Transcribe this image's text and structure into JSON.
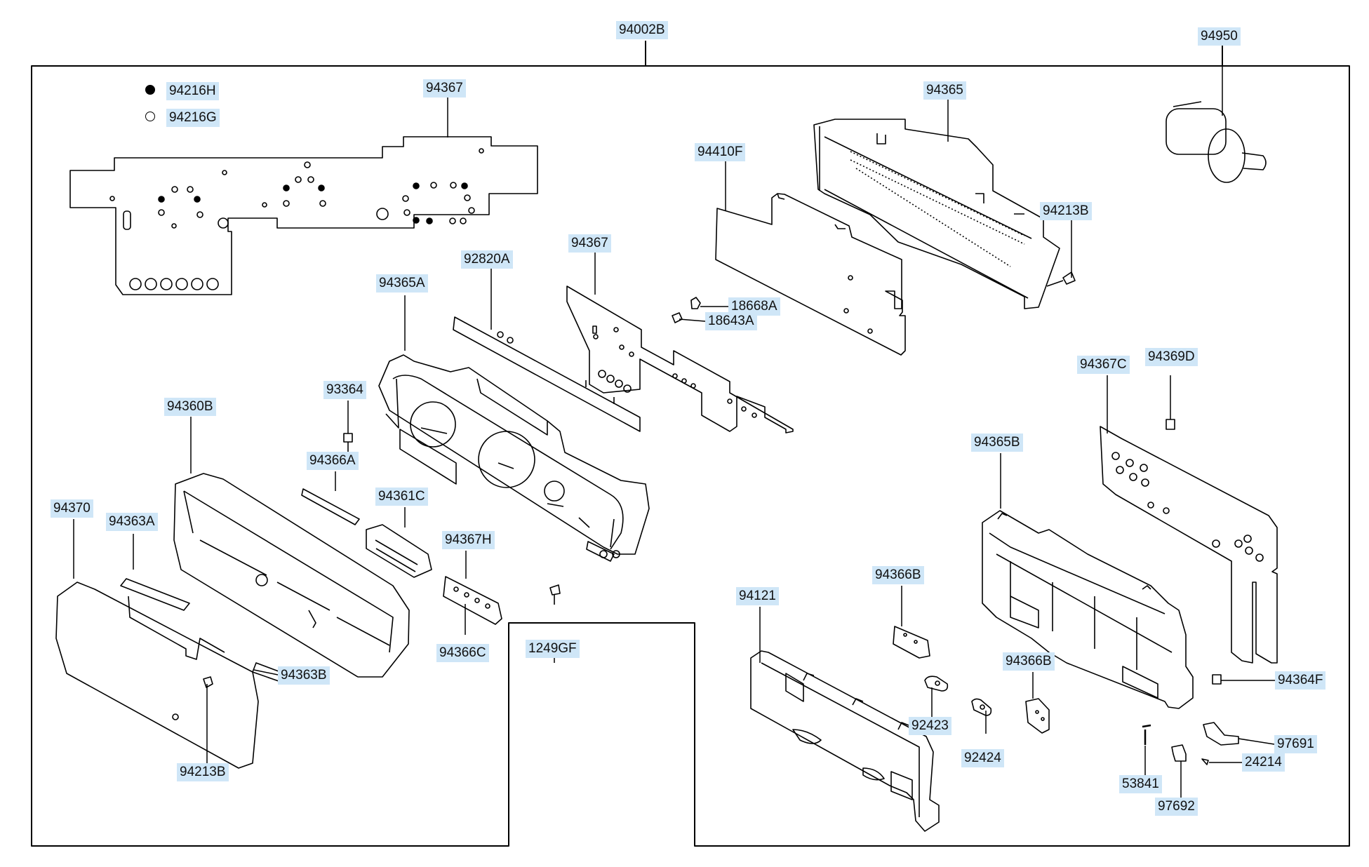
{
  "diagram": {
    "assembly_label": "94002B",
    "legend": [
      {
        "symbol": "filled-circle",
        "label": "94216H"
      },
      {
        "symbol": "open-circle",
        "label": "94216G"
      }
    ],
    "parts": {
      "p94950": "94950",
      "p94367_top": "94367",
      "p94365": "94365",
      "p94410F": "94410F",
      "p94213B_top": "94213B",
      "p92820A": "92820A",
      "p94367_mid": "94367",
      "p18668A": "18668A",
      "p18643A": "18643A",
      "p94365A": "94365A",
      "p93364": "93364",
      "p94360B": "94360B",
      "p94366A": "94366A",
      "p94367C": "94367C",
      "p94369D": "94369D",
      "p94361C": "94361C",
      "p94365B": "94365B",
      "p94370": "94370",
      "p94363A": "94363A",
      "p94367H": "94367H",
      "p1249GF": "1249GF",
      "p94366C": "94366C",
      "p94121": "94121",
      "p94366B_a": "94366B",
      "p94366B_b": "94366B",
      "p94363B": "94363B",
      "p94364F": "94364F",
      "p92423": "92423",
      "p92424": "92424",
      "p94213B_bot": "94213B",
      "p97691": "97691",
      "p24214": "24214",
      "p53841": "53841",
      "p97692": "97692"
    }
  }
}
